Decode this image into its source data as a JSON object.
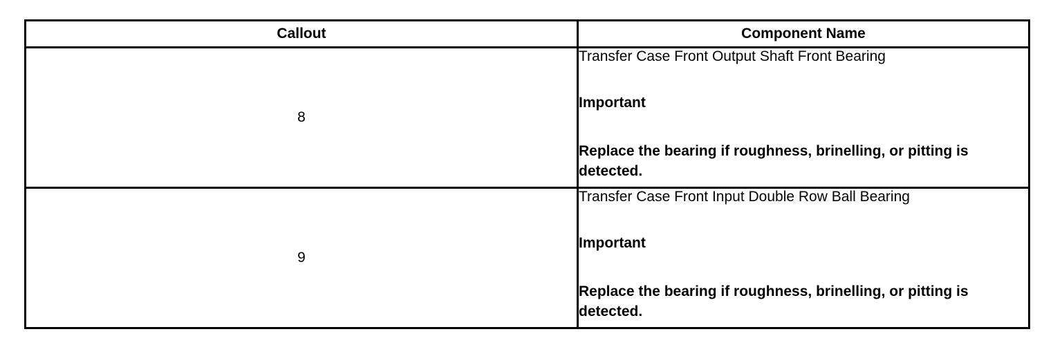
{
  "table": {
    "headers": {
      "callout": "Callout",
      "component_name": "Component Name"
    },
    "rows": [
      {
        "callout": "8",
        "component": "Transfer Case Front Output Shaft Front Bearing",
        "important_label": "Important",
        "note": "Replace the bearing if roughness, brinelling, or pitting is detected."
      },
      {
        "callout": "9",
        "component": "Transfer Case Front Input Double Row Ball Bearing",
        "important_label": "Important",
        "note": "Replace the bearing if roughness, brinelling, or pitting is detected."
      }
    ]
  }
}
